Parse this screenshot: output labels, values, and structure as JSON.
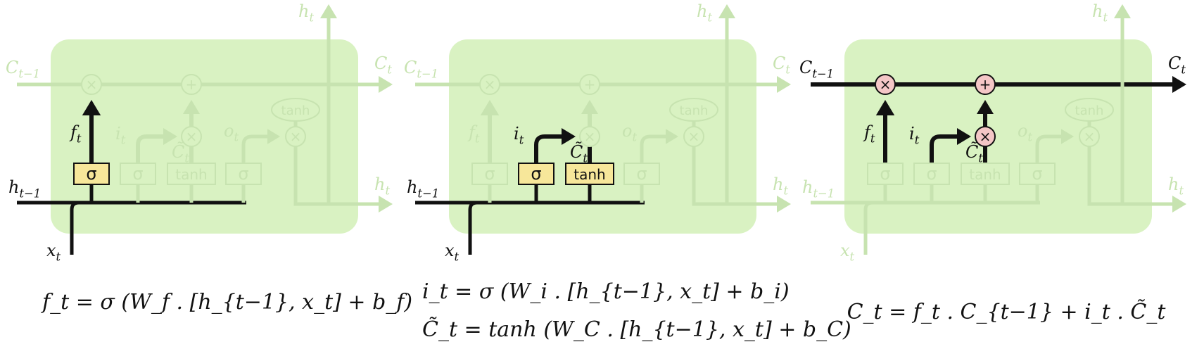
{
  "panels": [
    {
      "id": "forget-gate",
      "label_h_in": "h",
      "label_h_in_sub": "t−1",
      "label_x": "x",
      "label_x_sub": "t",
      "label_c_in": "C",
      "label_c_in_sub": "t−1",
      "label_c_out": "C",
      "label_c_out_sub": "t",
      "label_h_out_top": "h",
      "label_h_out_top_sub": "t",
      "label_h_out_right": "h",
      "label_h_out_right_sub": "t",
      "label_f": "f",
      "label_f_sub": "t",
      "label_i": "i",
      "label_i_sub": "t",
      "label_o": "o",
      "label_o_sub": "t",
      "label_ctilde": "C̃",
      "label_ctilde_sub": "t",
      "gate_sigma": "σ",
      "gate_tanh": "tanh",
      "op_mult": "×",
      "op_add": "+"
    },
    {
      "id": "input-gate",
      "label_h_in": "h",
      "label_h_in_sub": "t−1",
      "label_x": "x",
      "label_x_sub": "t",
      "label_c_in": "C",
      "label_c_in_sub": "t−1",
      "label_c_out": "C",
      "label_c_out_sub": "t",
      "label_h_out_top": "h",
      "label_h_out_top_sub": "t",
      "label_h_out_right": "h",
      "label_h_out_right_sub": "t",
      "label_f": "f",
      "label_f_sub": "t",
      "label_i": "i",
      "label_i_sub": "t",
      "label_o": "o",
      "label_o_sub": "t",
      "label_ctilde": "C̃",
      "label_ctilde_sub": "t",
      "gate_sigma": "σ",
      "gate_tanh": "tanh",
      "op_mult": "×",
      "op_add": "+"
    },
    {
      "id": "cell-update",
      "label_h_in": "h",
      "label_h_in_sub": "t−1",
      "label_x": "x",
      "label_x_sub": "t",
      "label_c_in": "C",
      "label_c_in_sub": "t−1",
      "label_c_out": "C",
      "label_c_out_sub": "t",
      "label_h_out_top": "h",
      "label_h_out_top_sub": "t",
      "label_h_out_right": "h",
      "label_h_out_right_sub": "t",
      "label_f": "f",
      "label_f_sub": "t",
      "label_i": "i",
      "label_i_sub": "t",
      "label_o": "o",
      "label_o_sub": "t",
      "label_ctilde": "C̃",
      "label_ctilde_sub": "t",
      "gate_sigma": "σ",
      "gate_tanh": "tanh",
      "op_mult": "×",
      "op_add": "+"
    }
  ],
  "equations": {
    "forget": "f_t = σ (W_f . [h_{t−1}, x_t] + b_f)",
    "input": "i_t = σ (W_i . [h_{t−1}, x_t] + b_i)",
    "candidate": "C̃_t = tanh (W_C . [h_{t−1}, x_t] + b_C)",
    "cell": "C_t = f_t . C_{t−1} + i_t . C̃_t"
  },
  "colors": {
    "cell_fill": "#d9f2c2",
    "faded": "#c7e3b0",
    "active": "#111111",
    "gate_fill": "#f7e79a",
    "op_fill": "#f4c6c6"
  }
}
